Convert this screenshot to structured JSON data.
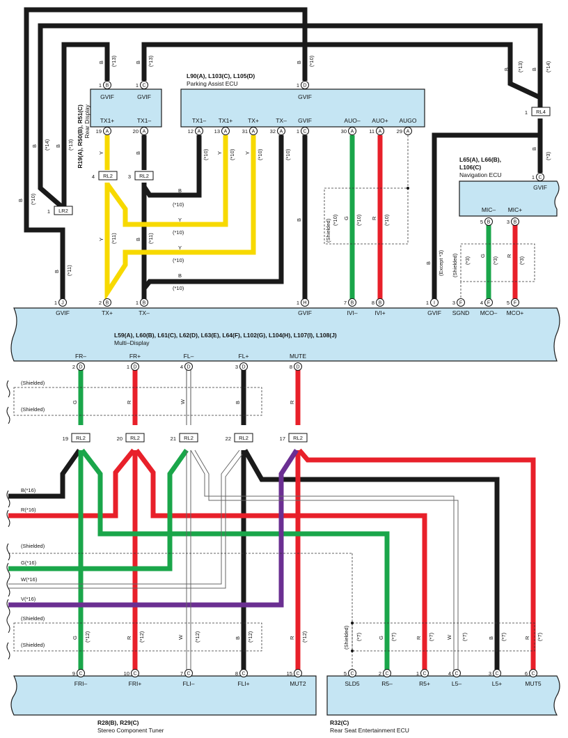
{
  "colors": {
    "black": "#1a1a1a",
    "yellow": "#f7d900",
    "green": "#1aa64a",
    "red": "#e8202a",
    "purple": "#6b2f92",
    "white_wire": "#ffffff",
    "ecu_fill": "#c5e5f3"
  },
  "rear_display": {
    "codes": "R19(A), R50(B), R51(C)",
    "name": "Rear Display",
    "pins": [
      {
        "num": "1",
        "conn": "B",
        "label": "GVIF"
      },
      {
        "num": "1",
        "conn": "C",
        "label": "GVIF"
      },
      {
        "num": "19",
        "conn": "A",
        "label": "TX1+"
      },
      {
        "num": "20",
        "conn": "A",
        "label": "TX1–"
      }
    ]
  },
  "parking_ecu": {
    "codes": "L90(A), L103(C), L105(D)",
    "name": "Parking Assist ECU",
    "top_label": "GVIF",
    "top_pin": {
      "num": "1",
      "conn": "D"
    },
    "pins": [
      {
        "num": "12",
        "conn": "A",
        "label": "TX1–"
      },
      {
        "num": "13",
        "conn": "A",
        "label": "TX1+"
      },
      {
        "num": "31",
        "conn": "A",
        "label": "TX+"
      },
      {
        "num": "32",
        "conn": "A",
        "label": "TX–"
      },
      {
        "num": "1",
        "conn": "C",
        "label": "GVIF"
      },
      {
        "num": "30",
        "conn": "A",
        "label": "AUO–"
      },
      {
        "num": "11",
        "conn": "A",
        "label": "AUO+"
      },
      {
        "num": "29",
        "conn": "A",
        "label": "AUGO"
      }
    ]
  },
  "nav_ecu": {
    "codes": "L65(A), L66(B),",
    "codes2": "L106(C)",
    "name": "Navigation ECU",
    "top_label": "GVIF",
    "top_pin": {
      "num": "1",
      "conn": "C"
    },
    "pins": [
      {
        "num": "5",
        "conn": "B",
        "label": "MIC–"
      },
      {
        "num": "3",
        "conn": "B",
        "label": "MIC+"
      }
    ]
  },
  "multi_display": {
    "codes": "L59(A), L60(B), L61(C), L62(D), L63(E), L64(F), L102(G), L104(H), L107(I), L108(J)",
    "name": "Multi–Display",
    "top_pins": [
      {
        "num": "1",
        "conn": "J",
        "label": "GVIF"
      },
      {
        "num": "2",
        "conn": "B",
        "label": "TX+"
      },
      {
        "num": "1",
        "conn": "B",
        "label": "TX–"
      },
      {
        "num": "1",
        "conn": "H",
        "label": "GVIF"
      },
      {
        "num": "7",
        "conn": "B",
        "label": "IVI–"
      },
      {
        "num": "8",
        "conn": "B",
        "label": "IVI+"
      },
      {
        "num": "1",
        "conn": "I",
        "label": "GVIF"
      },
      {
        "num": "3",
        "conn": "F",
        "label": "SGND"
      },
      {
        "num": "4",
        "conn": "F",
        "label": "MCO–"
      },
      {
        "num": "5",
        "conn": "F",
        "label": "MCO+"
      }
    ],
    "bottom_pins": [
      {
        "num": "2",
        "conn": "D",
        "label": "FR–"
      },
      {
        "num": "1",
        "conn": "D",
        "label": "FR+"
      },
      {
        "num": "4",
        "conn": "D",
        "label": "FL–"
      },
      {
        "num": "3",
        "conn": "D",
        "label": "FL+"
      },
      {
        "num": "8",
        "conn": "D",
        "label": "MUTE"
      }
    ]
  },
  "tuner": {
    "codes": "R28(B), R29(C)",
    "name": "Stereo Component Tuner",
    "pins": [
      {
        "num": "9",
        "conn": "C",
        "label": "FRI–"
      },
      {
        "num": "10",
        "conn": "C",
        "label": "FRI+"
      },
      {
        "num": "7",
        "conn": "C",
        "label": "FLI–"
      },
      {
        "num": "8",
        "conn": "C",
        "label": "FLI+"
      },
      {
        "num": "15",
        "conn": "C",
        "label": "MUT2"
      }
    ]
  },
  "rear_ecu": {
    "codes": "R32(C)",
    "name": "Rear Seat Entertainment ECU",
    "pins": [
      {
        "num": "5",
        "conn": "C",
        "label": "SLD5"
      },
      {
        "num": "2",
        "conn": "C",
        "label": "R5–"
      },
      {
        "num": "1",
        "conn": "C",
        "label": "R5+"
      },
      {
        "num": "4",
        "conn": "C",
        "label": "L5–"
      },
      {
        "num": "3",
        "conn": "C",
        "label": "L5+"
      },
      {
        "num": "6",
        "conn": "C",
        "label": "MUT5"
      }
    ]
  },
  "junctions": {
    "rl4": "RL4",
    "rl4_pin": "1",
    "lr2": "LR2",
    "lr2_pin": "1",
    "rl2": "RL2",
    "rl2_top_pins": [
      "4",
      "3"
    ],
    "rl2_mid_pins": [
      "19",
      "20",
      "21",
      "22",
      "17"
    ]
  },
  "wire_labels": {
    "B": "B",
    "Y": "Y",
    "G": "G",
    "R": "R",
    "W": "W",
    "shielded": "(Shielded)",
    "except3": "(Except *3)",
    "n10": "(*10)",
    "n11": "(*11)",
    "n12": "(*12)",
    "n13": "(*13)",
    "n14": "(*14)",
    "n3": "(*3)",
    "n7": "(*7)",
    "left": [
      "B(*16)",
      "R(*16)",
      "(Shielded)",
      "G(*16)",
      "W(*16)",
      "V(*16)",
      "(Shielded)",
      "(Shielded)"
    ],
    "top_left_shielded": [
      "(Shielded)",
      "(Shielded)"
    ]
  }
}
